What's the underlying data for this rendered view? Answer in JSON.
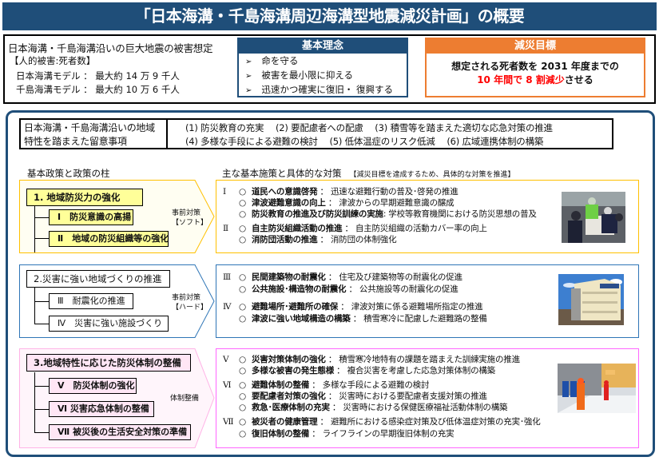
{
  "title": "「日本海溝・千島海溝周辺海溝型地震減災計画」の概要",
  "damage": {
    "title": "日本海溝・千島海溝沿いの巨大地震の被害想定",
    "subtitle": "【人的被害:死者数】",
    "lines": [
      "日本海溝モデル ： 最大約 14 万 9 千人",
      "千島海溝モデル ： 最大約 10 万 6 千人"
    ]
  },
  "philosophy": {
    "heading": "基本理念",
    "items": [
      "命を守る",
      "被害を最小限に抑える",
      "迅速かつ確実に復旧・ 復興する"
    ]
  },
  "goal": {
    "heading": "減災目標",
    "line1": "想定される死者数を 2031 年度までの",
    "line2_red": "10 年間で 8 割減少",
    "line2_rest": "させる"
  },
  "notes": {
    "label_line1": "日本海溝・千島海溝沿いの地域",
    "label_line2": "特性を踏まえた留意事項",
    "row1": "(1) 防災教育の充実　 (2) 要配慮者への配慮　 (3) 積雪等を踏まえた適切な応急対策の推進",
    "row2": "(4) 多様な手段による避難の検討　 (5) 低体温症のリスク低減　 (6) 広域連携体制の構築"
  },
  "headers": {
    "left": "基本政策と政策の柱",
    "right": "主な基本施策と具体的な対策",
    "right_note": "【減災目標を達成するため、具体的な対策を推進】"
  },
  "colors": {
    "navy": "#1f4e79",
    "orange": "#ed7d31",
    "group1": "#ffc000",
    "group1_fill": "#ffff99",
    "group2": "#2e75b6",
    "group2_fill": "#ffffff",
    "group3": "#ff66ff",
    "group3_fill": "#ffe6f5",
    "red": "#ff0000"
  },
  "groups": [
    {
      "policy": "1. 地域防災力の強化",
      "pillars": [
        "Ⅰ　防災意識の高揚",
        "Ⅱ　地域の防災組織等の強化"
      ],
      "tag_line1": "事前対策",
      "tag_line2": "【ソフト】",
      "measures": [
        {
          "num": "Ⅰ",
          "bold": "道民への意識啓発",
          "text": " ： 迅速な避難行動の普及･啓発の推進"
        },
        {
          "num": "",
          "bold": "津波避難意識の向上",
          "text": " ： 津波からの早期避難意識の醸成"
        },
        {
          "num": "",
          "bold": "防災教育の推進及び防災訓練の実施",
          "text": ": 学校等教育機関における防災思想の普及"
        },
        {
          "num": "Ⅱ",
          "bold": "自主防災組織活動の推進",
          "text": " ： 自主防災組織の活動カバー率の向上"
        },
        {
          "num": "",
          "bold": "消防団活動の推進",
          "text": " ： 消防団の体制強化"
        }
      ],
      "photo": "disaster-education-classroom-photo"
    },
    {
      "policy": "2.災害に強い地域づくりの推進",
      "pillars": [
        "Ⅲ　耐震化の推進",
        "Ⅳ　災害に強い施設づくり"
      ],
      "tag_line1": "事前対策",
      "tag_line2": "【ハード】",
      "measures": [
        {
          "num": "Ⅲ",
          "bold": "民間建築物の耐震化",
          "text": " ： 住宅及び建築物等の耐震化の促進"
        },
        {
          "num": "",
          "bold": "公共施設･構造物の耐震化",
          "text": " ： 公共施設等の耐震化の促進"
        },
        {
          "num": "Ⅳ",
          "bold": "避難場所･避難所の確保",
          "text": " ： 津波対策に係る避難場所指定の推進"
        },
        {
          "num": "",
          "bold": "津波に強い地域構造の構築",
          "text": " ： 積雪寒冷に配慮した避難路の整備"
        }
      ],
      "photo": "tsunami-evacuation-building-photo"
    },
    {
      "policy": "3.地域特性に応じた防災体制の整備",
      "pillars": [
        "Ⅴ　防災体制の強化",
        "Ⅵ 災害応急体制の整備",
        "Ⅶ 被災後の生活安全対策の準備"
      ],
      "tag_line1": "体制整備",
      "tag_line2": "",
      "measures": [
        {
          "num": "Ⅴ",
          "bold": "災害対策体制の強化",
          "text": " ： 積雪寒冷地特有の課題を踏まえた訓練実施の推進"
        },
        {
          "num": "",
          "bold": "多様な被害の発生態様",
          "text": " ： 複合災害を考慮した応急対策体制の構築"
        },
        {
          "num": "Ⅵ",
          "bold": "避難体制の整備",
          "text": " ： 多様な手段による避難の検討"
        },
        {
          "num": "",
          "bold": "要配慮者対策の強化",
          "text": " ： 災害時における要配慮者支援対策の推進"
        },
        {
          "num": "",
          "bold": "救急･医療体制の充実",
          "text": " ： 災害時における保健医療福祉活動体制の構築"
        },
        {
          "num": "Ⅶ",
          "bold": "被災者の健康管理",
          "text": " ： 避難所における感染症対策及び低体温症対策の充実･強化"
        },
        {
          "num": "",
          "bold": "復旧体制の整備",
          "text": " ： ライフラインの早期復旧体制の充実"
        }
      ],
      "photo": "snow-rescue-drill-photo"
    }
  ],
  "bullet": "○"
}
